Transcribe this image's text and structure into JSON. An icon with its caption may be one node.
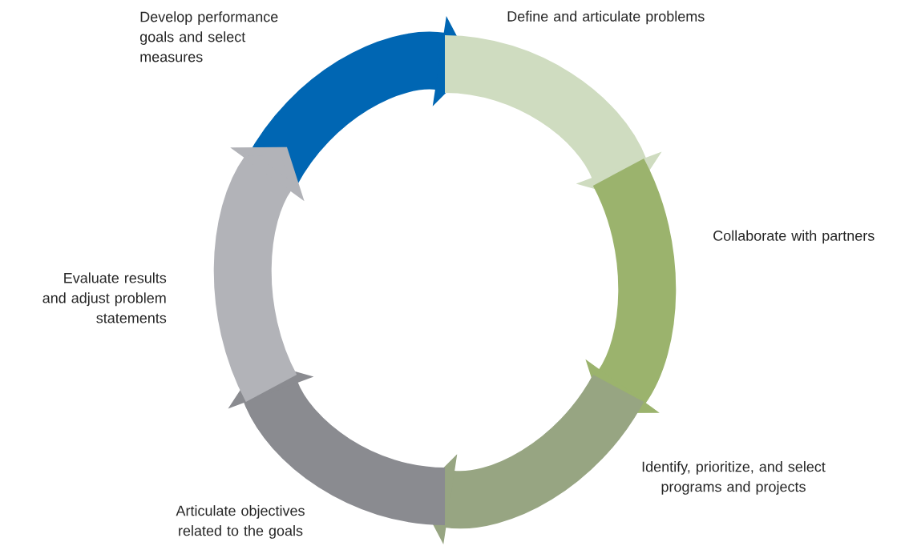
{
  "diagram": {
    "labels": [
      "Develop performance goals and select measures",
      "Define and articulate problems",
      "Collaborate with partners",
      "Identify, prioritize, and select programs and projects",
      "Articulate objectives related to the goals",
      "Evaluate results and adjust problem statements"
    ]
  }
}
